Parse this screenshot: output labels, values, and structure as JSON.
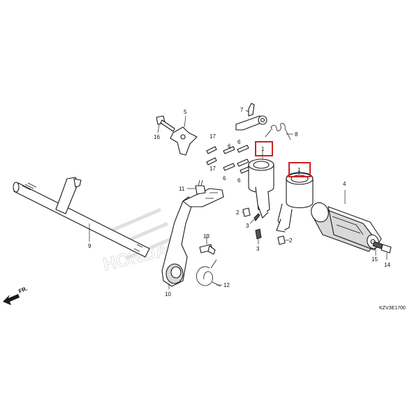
{
  "diagram": {
    "code": "KZV3E1700",
    "direction_label": "FR.",
    "highlight_color": "#d02020",
    "watermark_text": "HONDA",
    "callouts": {
      "p1a": "1",
      "p1b": "1",
      "p2a": "2",
      "p2b": "2",
      "p3a": "3",
      "p3b": "3",
      "p4": "4",
      "p5": "5",
      "p6a": "6",
      "p6b": "6",
      "p6c": "6",
      "p6d": "6",
      "p7": "7",
      "p8": "8",
      "p9": "9",
      "p10": "10",
      "p11": "11",
      "p12": "12",
      "p13": "13",
      "p14": "14",
      "p15": "15",
      "p16": "16",
      "p17a": "17",
      "p17b": "17"
    }
  }
}
